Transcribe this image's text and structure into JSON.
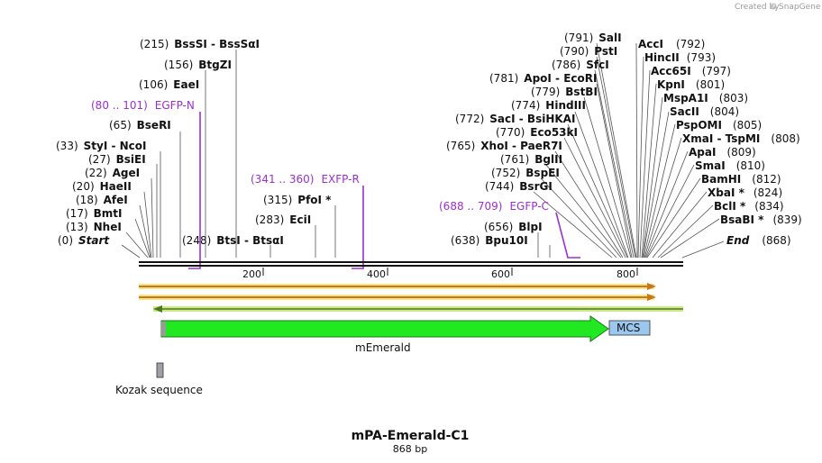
{
  "header": {
    "credit": "Created by",
    "brand": "SnapGene"
  },
  "sites_left": [
    {
      "pos": "(215)",
      "name": "BssSI  -  BssSαI"
    },
    {
      "pos": "(156)",
      "name": "BtgZI"
    },
    {
      "pos": "(106)",
      "name": "EaeI"
    },
    {
      "pos": "(65)",
      "name": "BseRI"
    },
    {
      "pos": "(33)",
      "name": "StyI  -  NcoI"
    },
    {
      "pos": "(27)",
      "name": "BsiEI"
    },
    {
      "pos": "(22)",
      "name": "AgeI"
    },
    {
      "pos": "(20)",
      "name": "HaeII"
    },
    {
      "pos": "(18)",
      "name": "AfeI"
    },
    {
      "pos": "(17)",
      "name": "BmtI"
    },
    {
      "pos": "(13)",
      "name": "NheI"
    },
    {
      "pos": "(0)",
      "name": "Start"
    }
  ],
  "sites_mid": [
    {
      "pos": "(248)",
      "name": "BtsI  -  BtsαI"
    },
    {
      "pos": "(283)",
      "name": "EciI"
    },
    {
      "pos": "(315)",
      "name": "PfoI *"
    },
    {
      "pos": "(656)",
      "name": "BlpI"
    },
    {
      "pos": "(638)",
      "name": "Bpu10I"
    }
  ],
  "sites_right_inner": [
    {
      "pos": "(791)",
      "name": "SalI"
    },
    {
      "pos": "(790)",
      "name": "PstI"
    },
    {
      "pos": "(786)",
      "name": "SfcI"
    },
    {
      "pos": "(781)",
      "name": "ApoI  -  EcoRI"
    },
    {
      "pos": "(779)",
      "name": "BstBI"
    },
    {
      "pos": "(774)",
      "name": "HindIII"
    },
    {
      "pos": "(772)",
      "name": "SacI  -  BsiHKAI"
    },
    {
      "pos": "(770)",
      "name": "Eco53kI"
    },
    {
      "pos": "(765)",
      "name": "XhoI  -  PaeR7I"
    },
    {
      "pos": "(761)",
      "name": "BglII"
    },
    {
      "pos": "(752)",
      "name": "BspEI"
    },
    {
      "pos": "(744)",
      "name": "BsrGI"
    }
  ],
  "sites_right_outer": [
    {
      "name": "AccI",
      "pos": "(792)"
    },
    {
      "name": "HincII",
      "pos": "(793)"
    },
    {
      "name": "Acc65I",
      "pos": "(797)"
    },
    {
      "name": "KpnI",
      "pos": "(801)"
    },
    {
      "name": "MspA1I",
      "pos": "(803)"
    },
    {
      "name": "SacII",
      "pos": "(804)"
    },
    {
      "name": "PspOMI",
      "pos": "(805)"
    },
    {
      "name": "XmaI  -  TspMI",
      "pos": "(808)"
    },
    {
      "name": "ApaI",
      "pos": "(809)"
    },
    {
      "name": "SmaI",
      "pos": "(810)"
    },
    {
      "name": "BamHI",
      "pos": "(812)"
    },
    {
      "name": "XbaI *",
      "pos": "(824)"
    },
    {
      "name": "BclI *",
      "pos": "(834)"
    },
    {
      "name": "BsaBI *",
      "pos": "(839)"
    },
    {
      "name": "End",
      "pos": "(868)"
    }
  ],
  "primers": [
    {
      "pos": "(80 .. 101)",
      "name": "EGFP-N"
    },
    {
      "pos": "(341 .. 360)",
      "name": "EXFP-R"
    },
    {
      "pos": "(688 .. 709)",
      "name": "EGFP-C"
    }
  ],
  "ruler": [
    "200",
    "400",
    "600",
    "800"
  ],
  "features": {
    "mEmerald": "mEmerald",
    "mcs": "MCS",
    "kozak": "Kozak sequence"
  },
  "colors": {
    "backbone": "#111111",
    "orf_fill": "#c8781a",
    "orf_glow": "#f6e48a",
    "orf_rev_glow": "#cfe88a",
    "mEmerald": "#22e822",
    "mcs": "#9cc8f0",
    "kozak": "#a0a0a8",
    "primer": "#9b30d0"
  },
  "footer": {
    "title": "mPA-Emerald-C1",
    "length": "868 bp"
  }
}
